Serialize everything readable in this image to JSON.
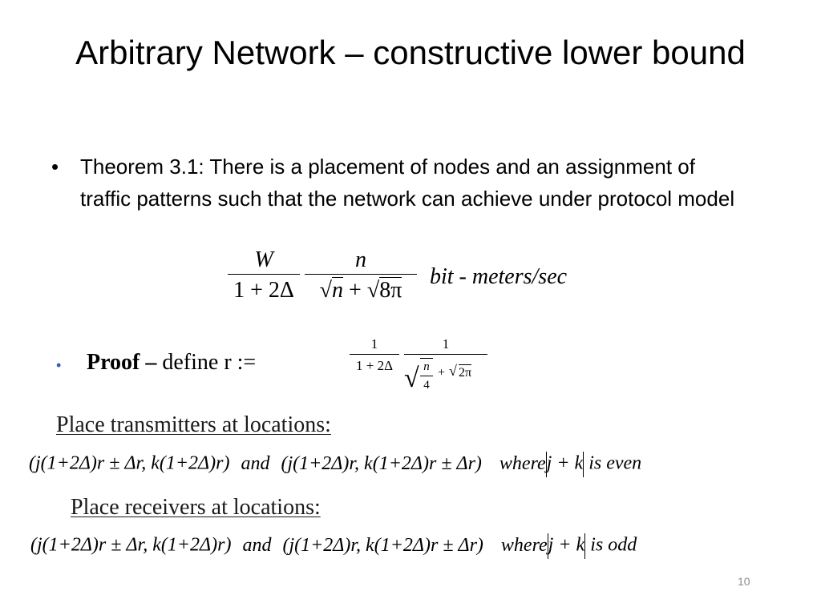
{
  "slide": {
    "title": "Arbitrary Network – constructive lower bound",
    "number": "10"
  },
  "theorem": {
    "bullet": "•",
    "text": "Theorem 3.1: There is a placement of nodes and an assignment of traffic patterns such that the network can achieve under protocol model"
  },
  "formula_capacity": {
    "frac1_num": "W",
    "frac1_den": "1 + 2Δ",
    "frac2_num": "n",
    "frac2_den_a": "n",
    "frac2_den_plus": "+",
    "frac2_den_b": "8π",
    "unit": "bit - meters/sec"
  },
  "proof": {
    "bullet": "•",
    "label": "Proof –",
    "text": "define r :=",
    "frac1_num": "1",
    "frac1_den": "1 + 2Δ",
    "frac2_num": "1",
    "frac2_inner_num": "n",
    "frac2_inner_den": "4",
    "frac2_plus": "+",
    "frac2_root2": "2π"
  },
  "transmitters": {
    "heading": "Place transmitters at locations:",
    "expr_a": "(j(1+2Δ)r ± Δr, k(1+2Δ)r)",
    "and": "and",
    "expr_b": "(j(1+2Δ)r, k(1+2Δ)r ± Δr)",
    "where": "where",
    "jk": "j + k",
    "cond": "is even"
  },
  "receivers": {
    "heading": "Place receivers at locations:",
    "expr_a": "(j(1+2Δ)r ± Δr, k(1+2Δ)r)",
    "and": "and",
    "expr_b": "(j(1+2Δ)r, k(1+2Δ)r ± Δr)",
    "where": "where",
    "jk": "j + k",
    "cond": "is odd"
  }
}
